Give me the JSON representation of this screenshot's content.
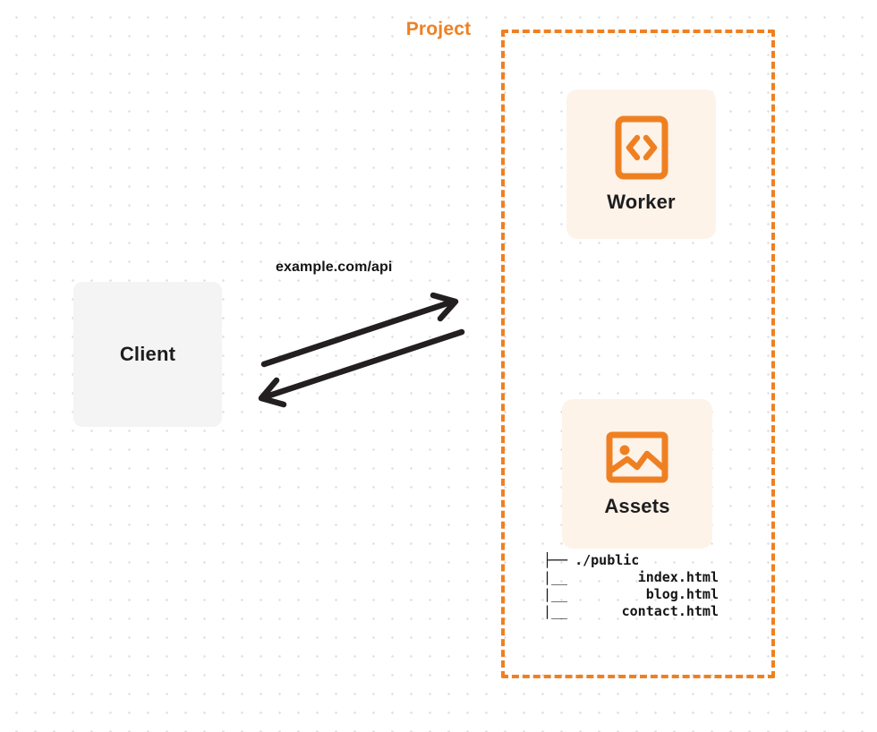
{
  "diagram": {
    "type": "architecture-flow",
    "background": "dotted-grid",
    "colors": {
      "accent_orange": "#ef8022",
      "card_fill": "#fdf3e9",
      "client_fill": "#f4f4f5",
      "text_dark": "#1d1d1f",
      "arrow": "#231f20",
      "dot_grid": "#e3e3e6"
    }
  },
  "client": {
    "label": "Client"
  },
  "connection": {
    "label": "example.com/api",
    "request_direction": "client-to-project",
    "response_direction": "project-to-client"
  },
  "project": {
    "title": "Project",
    "services": [
      {
        "id": "worker",
        "label": "Worker",
        "icon": "code-brackets-icon"
      },
      {
        "id": "assets",
        "label": "Assets",
        "icon": "image-icon"
      }
    ],
    "file_tree": [
      {
        "branch": "├──",
        "name": "./public"
      },
      {
        "branch": "|__",
        "name": "index.html"
      },
      {
        "branch": "|__",
        "name": "blog.html"
      },
      {
        "branch": "|__",
        "name": "contact.html"
      }
    ]
  }
}
